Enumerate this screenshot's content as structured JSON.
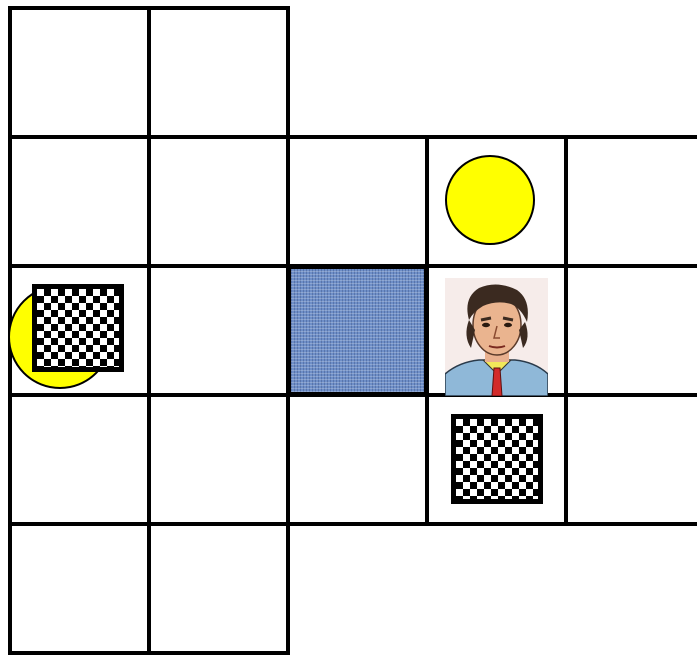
{
  "game": "sokoban",
  "colors": {
    "grid_line": "#000000",
    "floor": "#ffffff",
    "goal": "#ffff00",
    "wall": "#6f8fc8"
  },
  "board": {
    "rows": 5,
    "cols": 5,
    "floor_cells": [
      [
        0,
        0
      ],
      [
        0,
        1
      ],
      [
        1,
        0
      ],
      [
        1,
        1
      ],
      [
        1,
        2
      ],
      [
        1,
        3
      ],
      [
        1,
        4
      ],
      [
        2,
        0
      ],
      [
        2,
        1
      ],
      [
        2,
        3
      ],
      [
        2,
        4
      ],
      [
        3,
        0
      ],
      [
        3,
        1
      ],
      [
        3,
        2
      ],
      [
        3,
        3
      ],
      [
        3,
        4
      ],
      [
        4,
        0
      ],
      [
        4,
        1
      ]
    ],
    "wall_cells": [
      [
        2,
        2
      ]
    ],
    "goals": [
      [
        1,
        3
      ],
      [
        2,
        0
      ]
    ],
    "boxes": [
      [
        2,
        0
      ],
      [
        3,
        3
      ]
    ],
    "player": [
      2,
      3
    ]
  },
  "icons": {
    "goal": "yellow-circle",
    "box": "checkered-crate",
    "wall": "blue-fabric-tile",
    "player": "man-portrait"
  }
}
